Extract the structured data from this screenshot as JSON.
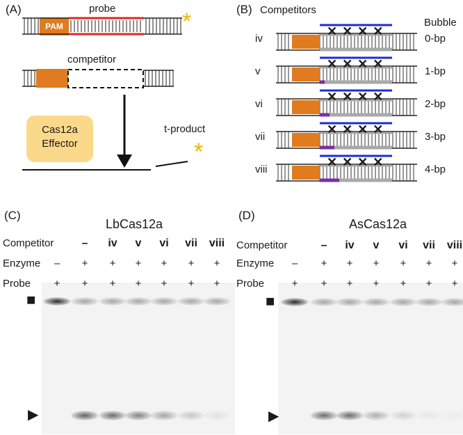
{
  "panels": {
    "A": {
      "label": "(A)",
      "pam_label": "PAM",
      "probe_label": "probe",
      "competitor_label": "competitor",
      "effector_line1": "Cas12a",
      "effector_line2": "Effector",
      "product_label": "t-product",
      "star": "*"
    },
    "B": {
      "label": "(B)",
      "title": "Competitors",
      "bubble_header": "Bubble",
      "rows": [
        {
          "name": "iv",
          "bubble": "0-bp"
        },
        {
          "name": "v",
          "bubble": "1-bp"
        },
        {
          "name": "vi",
          "bubble": "2-bp"
        },
        {
          "name": "vii",
          "bubble": "3-bp"
        },
        {
          "name": "viii",
          "bubble": "4-bp"
        }
      ],
      "mismatch_mark": "✕✕✕✕"
    },
    "C": {
      "label": "(C)",
      "title": "LbCas12a",
      "row_labels": {
        "competitor": "Competitor",
        "enzyme": "Enzyme",
        "probe": "Probe"
      },
      "lanes": [
        {
          "competitor": "",
          "enzyme": "–",
          "probe": "+"
        },
        {
          "competitor": "–",
          "enzyme": "+",
          "probe": "+"
        },
        {
          "competitor": "iv",
          "enzyme": "+",
          "probe": "+"
        },
        {
          "competitor": "v",
          "enzyme": "+",
          "probe": "+"
        },
        {
          "competitor": "vi",
          "enzyme": "+",
          "probe": "+"
        },
        {
          "competitor": "vii",
          "enzyme": "+",
          "probe": "+"
        },
        {
          "competitor": "viii",
          "enzyme": "+",
          "probe": "+"
        }
      ],
      "band_markers": {
        "top": "■",
        "bottom": "▶"
      }
    },
    "D": {
      "label": "(D)",
      "title": "AsCas12a",
      "row_labels": {
        "competitor": "Competitor",
        "enzyme": "Enzyme",
        "probe": "Probe"
      },
      "lanes": [
        {
          "competitor": "",
          "enzyme": "–",
          "probe": "+"
        },
        {
          "competitor": "–",
          "enzyme": "+",
          "probe": "+"
        },
        {
          "competitor": "iv",
          "enzyme": "+",
          "probe": "+"
        },
        {
          "competitor": "v",
          "enzyme": "+",
          "probe": "+"
        },
        {
          "competitor": "vi",
          "enzyme": "+",
          "probe": "+"
        },
        {
          "competitor": "vii",
          "enzyme": "+",
          "probe": "+"
        },
        {
          "competitor": "viii",
          "enzyme": "+",
          "probe": "+"
        }
      ],
      "band_markers": {
        "top": "■",
        "bottom": "▶"
      }
    }
  },
  "colors": {
    "pam": "#e07b1f",
    "probe_red": "#e5261f",
    "star": "#f5b400",
    "effector_box": "#fbd98a",
    "blue_strand": "#1f2bd6",
    "gray_strand": "#a9a9a9",
    "purple": "#7b2fa0"
  }
}
